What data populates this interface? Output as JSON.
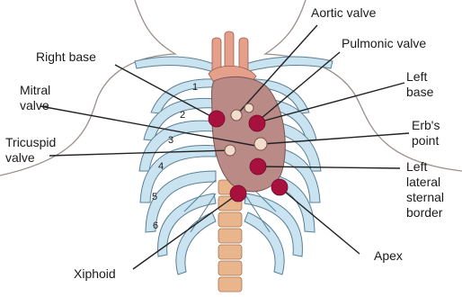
{
  "labels": {
    "aortic_valve": "Aortic valve",
    "pulmonic_valve": "Pulmonic valve",
    "right_base": "Right base",
    "left_base_1": "Left",
    "left_base_2": "base",
    "mitral_valve_1": "Mitral",
    "mitral_valve_2": "valve",
    "erbs_point_1": "Erb's",
    "erbs_point_2": "point",
    "tricuspid_valve_1": "Tricuspid",
    "tricuspid_valve_2": "valve",
    "left_lateral_1": "Left",
    "left_lateral_2": "lateral",
    "left_lateral_3": "sternal",
    "left_lateral_4": "border",
    "apex": "Apex",
    "xiphoid": "Xiphoid"
  },
  "rib_numbers": [
    "1",
    "2",
    "3",
    "4",
    "5",
    "6"
  ],
  "colors": {
    "rib": "#c9e3f0",
    "rib_outline": "#5a7f94",
    "spine": "#e8b58c",
    "heart": "#b98a86",
    "vessel": "#e5a08c",
    "auscultation_point": "#a8103d",
    "valve_marker": "#f2dccc",
    "leader_line": "#222222"
  }
}
